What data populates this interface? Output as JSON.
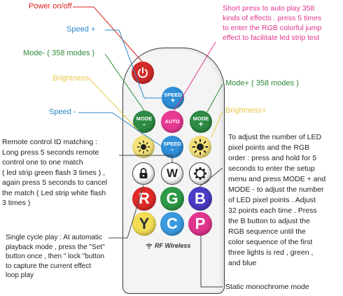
{
  "labels": {
    "power": "Power on/off",
    "speed_plus": "Speed +",
    "mode_minus": "Mode- ( 358 modes )",
    "brightness_minus": "Brightness-",
    "speed_minus": "Speed -",
    "auto_play": "Short press to auto play 358\nkinds of effects . press 5 times\nto enter the RGB colorful jump\neffect to facilitate led strip test",
    "mode_plus": "Mode+ ( 358 modes )",
    "brightness_plus": "Brightness+",
    "remote_id": "Remote control ID matching :\nLong press 5 seconds remote\ncontrol one to one match\n( led strip green flash 3 times ) ,\nagain press 5 seconds to cancel\nthe match ( Led strip white flash\n3 times )",
    "led_points": "To adjust the number of LED\npixel points and the RGB\norder : press and hold for 5\nseconds to enter the setup\nmenu and press MODE + and\nMODE - to adjust the number\nof LED pixel points . Adjust\n32 points each time . Press\nthe B button to adjust the\nRGB sequence until the\ncolor sequence of the first\nthree lights is red , green ,\nand blue",
    "single_cycle": "Single cycle play : At automatic\nplayback mode , press the \"Set\"\nbutton once , then \" lock \"button\nto capture the current effect\nloop play",
    "static_mono": "Static monochrome mode"
  },
  "remote": {
    "speed_line1": "SPEED",
    "speed_plus_sign": "+",
    "speed_minus_sign": "-",
    "mode_line1": "MODE",
    "mode_minus_sign": "-",
    "mode_plus_sign": "+",
    "auto": "AUTO",
    "w": "W",
    "r": "R",
    "g": "G",
    "b": "B",
    "y": "Y",
    "c": "C",
    "p": "P",
    "brand": "RF Wireless"
  },
  "colors": {
    "power_label": "#d9231c",
    "speed_label": "#2a87c8",
    "mode_label": "#2d8a3a",
    "brightness_label": "#e8c84a",
    "auto_label": "#e3348f",
    "power_btn": "#d42a2a",
    "speed_btn": "#2f8fd8",
    "mode_btn": "#2e8b45",
    "auto_btn": "#e83a93",
    "bright_btn": "#f4e27a",
    "r_btn": "#e02a2a",
    "g_btn": "#2e9a46",
    "b_btn": "#4a3cc4",
    "y_btn": "#f2dd55",
    "c_btn": "#3a9be0",
    "p_btn": "#e0358e"
  }
}
